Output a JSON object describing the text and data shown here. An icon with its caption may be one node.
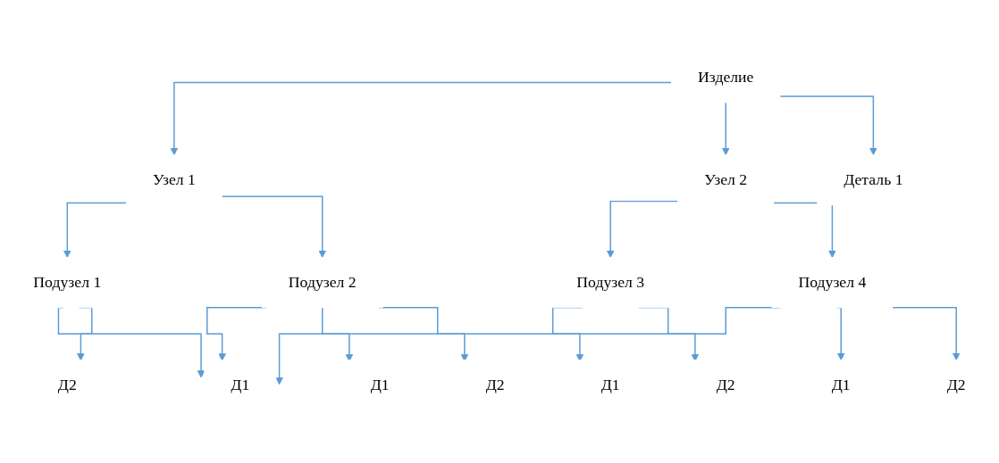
{
  "diagram": {
    "nodes": [
      {
        "text": [
          "Изделие"
        ]
      },
      {
        "text": [
          "Узел 1"
        ]
      },
      {
        "text": [
          "Узел 2"
        ]
      },
      {
        "text": [
          "Деталь 1"
        ]
      },
      {
        "text": [
          "Подузел 1"
        ]
      },
      {
        "text": [
          "Подузел 2"
        ]
      },
      {
        "text": [
          "Подузел 3"
        ]
      },
      {
        "text": [
          "Подузел 4"
        ]
      },
      {
        "text": [
          "Д1"
        ]
      },
      {
        "text": [
          "Д2"
        ]
      },
      {
        "text": [
          "Д1"
        ]
      },
      {
        "text": [
          "Д2"
        ]
      },
      {
        "text": [
          "Д1"
        ]
      },
      {
        "text": [
          "Д2"
        ]
      },
      {
        "text": [
          "Д1"
        ]
      },
      {
        "text": [
          "Д2"
        ]
      }
    ],
    "edges": [
      {
        "from": 0,
        "to": 1,
        "arrow": "to"
      },
      {
        "from": 0,
        "to": 2,
        "arrow": "to"
      },
      {
        "from": 0,
        "to": 3,
        "arrow": "to"
      },
      {
        "from": 1,
        "to": 4,
        "arrow": "to"
      },
      {
        "from": 1,
        "to": 5,
        "arrow": "to"
      },
      {
        "from": 2,
        "to": 6,
        "arrow": "to"
      },
      {
        "from": 2,
        "to": 7,
        "arrow": "to"
      },
      {
        "from": 4,
        "to": 8,
        "arrow": "to"
      },
      {
        "from": 4,
        "to": 9,
        "arrow": "to"
      },
      {
        "from": 5,
        "to": 8,
        "arrow": "to"
      },
      {
        "from": 5,
        "to": 10,
        "arrow": "to"
      },
      {
        "from": 5,
        "to": 11,
        "arrow": "to"
      },
      {
        "from": 6,
        "to": 12,
        "arrow": "to"
      },
      {
        "from": 6,
        "to": 13,
        "arrow": "to"
      },
      {
        "from": 7,
        "to": 8,
        "arrow": "to"
      },
      {
        "from": 7,
        "to": 14,
        "arrow": "to"
      },
      {
        "from": 7,
        "to": 15,
        "arrow": "to"
      }
    ]
  }
}
